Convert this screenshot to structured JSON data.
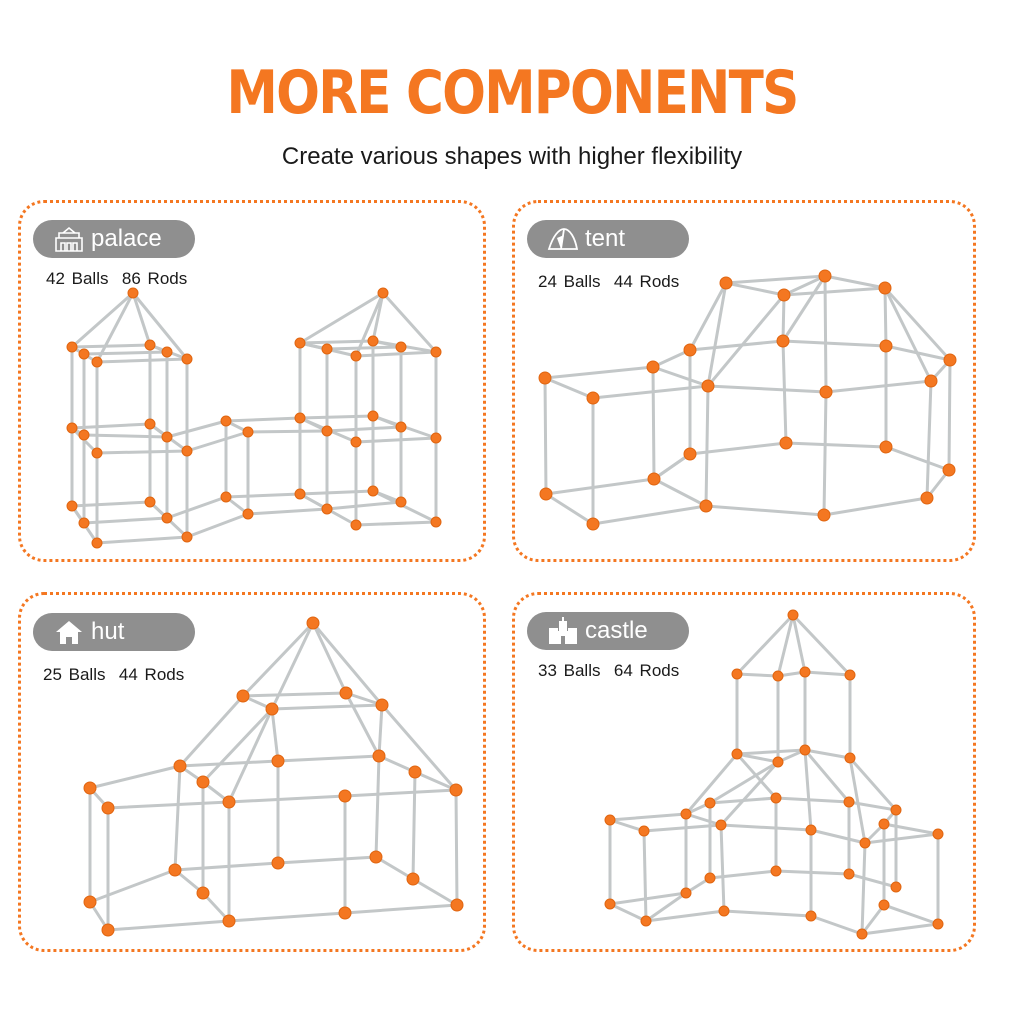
{
  "header": {
    "title": "MORE COMPONENTS",
    "subtitle": "Create various shapes with higher flexibility"
  },
  "colors": {
    "accent": "#f47721",
    "pill": "#8f8f8f",
    "rod": "#c3c7c8"
  },
  "panels": [
    {
      "label": "palace",
      "icon": "palace-icon",
      "counts": "42 Balls  86 Rods"
    },
    {
      "label": "tent",
      "icon": "tent-icon",
      "counts": "24 Balls  44 Rods"
    },
    {
      "label": "hut",
      "icon": "house-icon",
      "counts": "25 Balls  44 Rods"
    },
    {
      "label": "castle",
      "icon": "castle-icon",
      "counts": "33 Balls  64 Rods"
    }
  ]
}
